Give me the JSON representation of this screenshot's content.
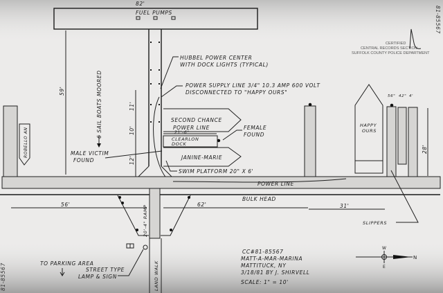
{
  "title": {
    "fuel_dock_width": "82'",
    "fuel_pumps": "FUEL PUMPS"
  },
  "labels": {
    "hubbel_line1": "HUBBEL POWER CENTER",
    "hubbel_line2": "WITH DOCK LIGHTS (TYPICAL)",
    "power_supply_line1": "POWER SUPPLY LINE 3/4\" 10.3 AMP 600 VOLT",
    "power_supply_line2": "DISCONNECTED TO \"HAPPY OURS\"",
    "sail_boats": "6 SAIL BOATS MOORED",
    "second_chance": "SECOND CHANCE",
    "power_line_short": "POWER LINE",
    "dock_width": "21'-6\"",
    "clearlon_line1": "CLEARLON",
    "clearlon_line2": "DOCK",
    "janine_marie": "JANINE-MARIE",
    "swim_platform": "SWIM PLATFORM 20\" X 6'",
    "female_found_line1": "FEMALE",
    "female_found_line2": "FOUND",
    "male_victim_line1": "MALE VICTIM",
    "male_victim_line2": "FOUND",
    "robello": "ROBELLO AN",
    "happy_ours_line1": "HAPPY",
    "happy_ours_line2": "OURS",
    "power_line_long": "POWER LINE",
    "bulk_head": "BULK HEAD",
    "slippers": "SLIPPERS",
    "ramp": "20'-4\" RAMP",
    "land_walk": "LAND WALK",
    "parking": "TO PARKING AREA",
    "street_lamp_line1": "STREET TYPE",
    "street_lamp_line2": "LAMP & SIGN"
  },
  "dimensions": {
    "d59": "59'",
    "d11": "11'",
    "d10": "10'",
    "d12": "12'",
    "d6": "6'",
    "d56": "56'",
    "d62": "62'",
    "d31": "31'",
    "d28": "28'",
    "slip_a": "56\"",
    "slip_b": "42\"",
    "slip_c": "4'"
  },
  "title_block": {
    "case": "CC#81-85567",
    "location": "MATT-A-MAR-MARINA",
    "town": "MATTITUCK, NY",
    "date_author": "3/18/81 BY J. SHIRVELL",
    "scale": "SCALE: 1\" = 10'"
  },
  "compass": {
    "w": "W",
    "e": "E",
    "n": "N"
  },
  "stamp": {
    "line1": "CERTIFIED",
    "line2": "CENTRAL RECORDS SECTION",
    "line3": "SUFFOLK COUNTY POLICE DEPARTMENT"
  },
  "margin_case_right": "81-85567",
  "margin_case_left": "81-85567"
}
